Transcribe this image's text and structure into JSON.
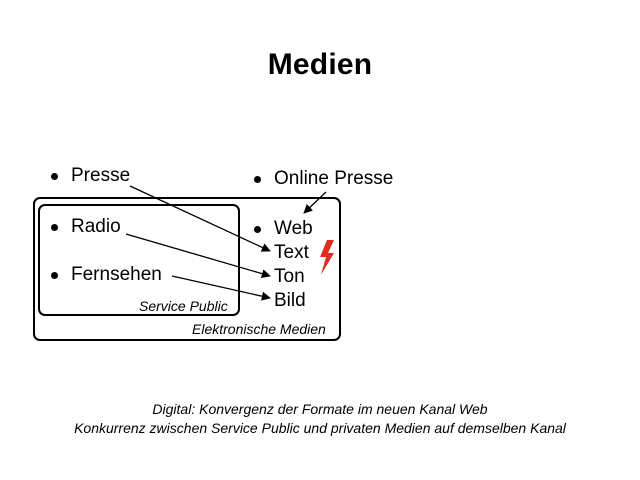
{
  "slide": {
    "title": "Medien"
  },
  "diagram": {
    "left_items": [
      "Presse",
      "Radio",
      "Fernsehen"
    ],
    "right_items": [
      "Online Presse",
      "Web",
      "Text",
      "Ton",
      "Bild"
    ],
    "inner_box_label": "Service Public",
    "outer_box_label": "Elektronische Medien",
    "lightning_icon": "lightning-bolt-icon",
    "lightning_color": "#e02b20"
  },
  "captions": {
    "line1": "Digital: Konvergenz der Formate im neuen Kanal Web",
    "line2": "Konkurrenz zwischen Service Public und privaten Medien auf demselben Kanal"
  }
}
